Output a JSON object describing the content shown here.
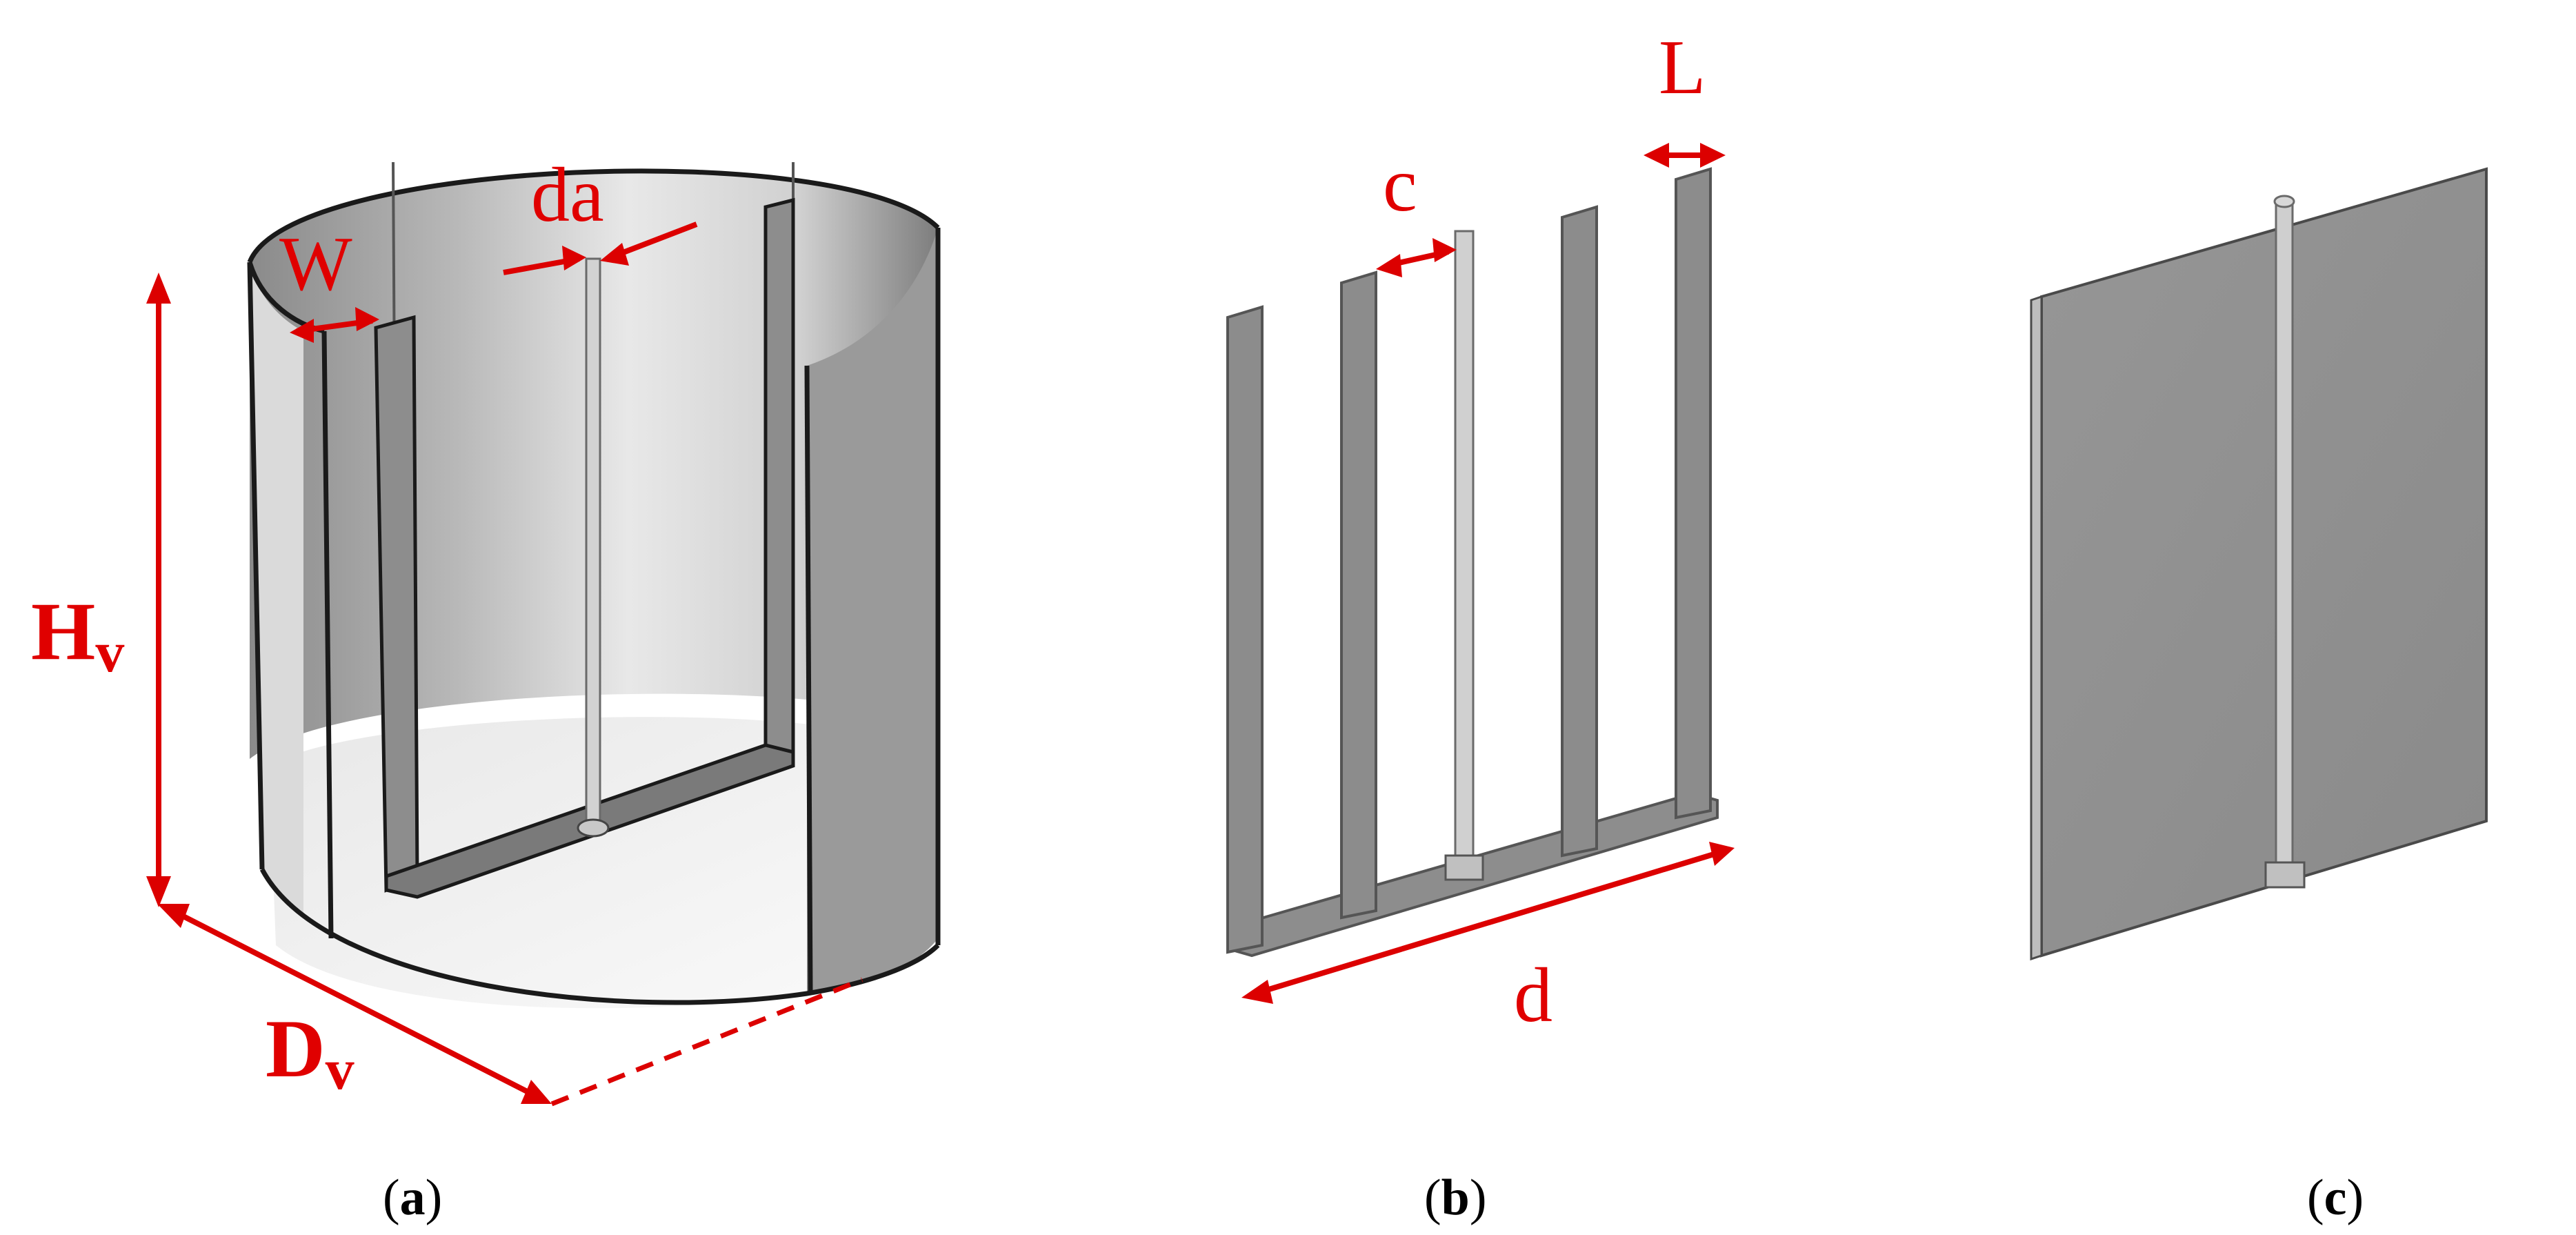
{
  "colors": {
    "annotation": "#e00000",
    "outline": "#1a1a1a",
    "impeller_gray": "#8c8c8c",
    "shaft_gray": "#cfcfcf"
  },
  "panels": [
    {
      "id": "a",
      "caption_open": "(",
      "caption_letter": "a",
      "caption_close": ")",
      "labels": {
        "W": "W",
        "da": "da",
        "Hv_main": "H",
        "Hv_sub": "v",
        "Dv_main": "D",
        "Dv_sub": "v"
      }
    },
    {
      "id": "b",
      "caption_open": "(",
      "caption_letter": "b",
      "caption_close": ")",
      "labels": {
        "c": "c",
        "L": "L",
        "d": "d"
      }
    },
    {
      "id": "c",
      "caption_open": "(",
      "caption_letter": "c",
      "caption_close": ")",
      "labels": {}
    }
  ]
}
